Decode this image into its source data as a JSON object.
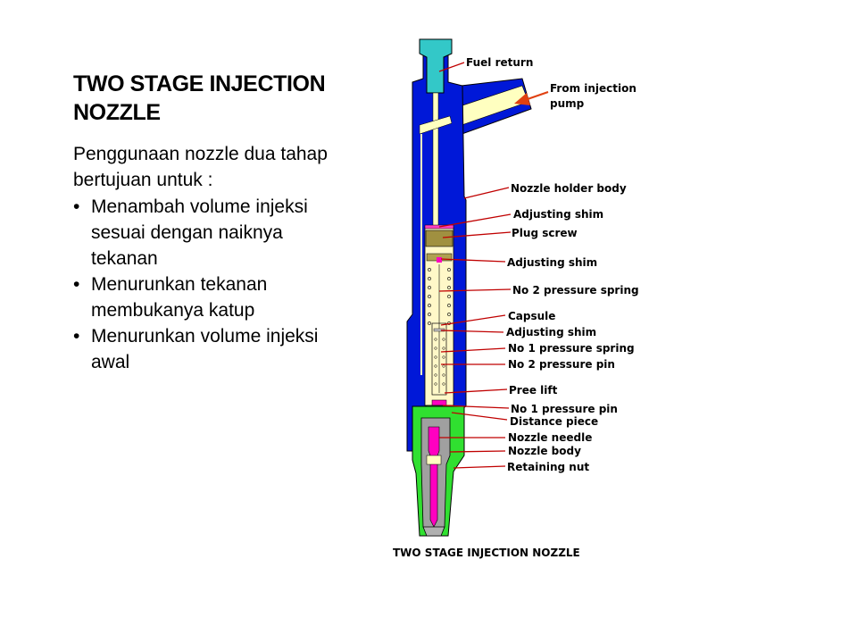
{
  "slide": {
    "title": "TWO STAGE INJECTION NOZZLE",
    "intro": "Penggunaan nozzle dua tahap bertujuan untuk :",
    "bullets": [
      "Menambah volume injeksi sesuai dengan naiknya tekanan",
      "Menurunkan tekanan membukanya katup",
      "Menurunkan volume injeksi awal"
    ],
    "bullet_glyph": "•"
  },
  "diagram": {
    "caption": "TWO STAGE INJECTION NOZZLE",
    "labels": {
      "fuel_return": "Fuel return",
      "from_pump_1": "From injection",
      "from_pump_2": "pump",
      "nozzle_holder_body": "Nozzle holder body",
      "adjusting_shim_1": "Adjusting shim",
      "plug_screw": "Plug screw",
      "adjusting_shim_2": "Adjusting shim",
      "no2_pressure_spring": "No 2 pressure spring",
      "capsule": "Capsule",
      "adjusting_shim_3": "Adjusting shim",
      "no1_pressure_spring": "No 1 pressure spring",
      "no2_pressure_pin": "No 2 pressure pin",
      "pree_lift": "Pree lift",
      "no1_pressure_pin": "No 1 pressure pin",
      "distance_piece": "Distance piece",
      "nozzle_needle": "Nozzle needle",
      "nozzle_body": "Nozzle body",
      "retaining_nut": "Retaining nut"
    },
    "colors": {
      "holder_body": "#0018d8",
      "fuel_return_cap": "#33c8c8",
      "inlet_passage": "#ffffc0",
      "spring_chamber": "#fff8c8",
      "retaining_nut": "#30e030",
      "nozzle_body": "#a0a0a0",
      "nozzle_needle": "#ff00c0",
      "plug_screw": "#a09040",
      "leader_line": "#c00000",
      "arrow": "#e04010"
    }
  }
}
